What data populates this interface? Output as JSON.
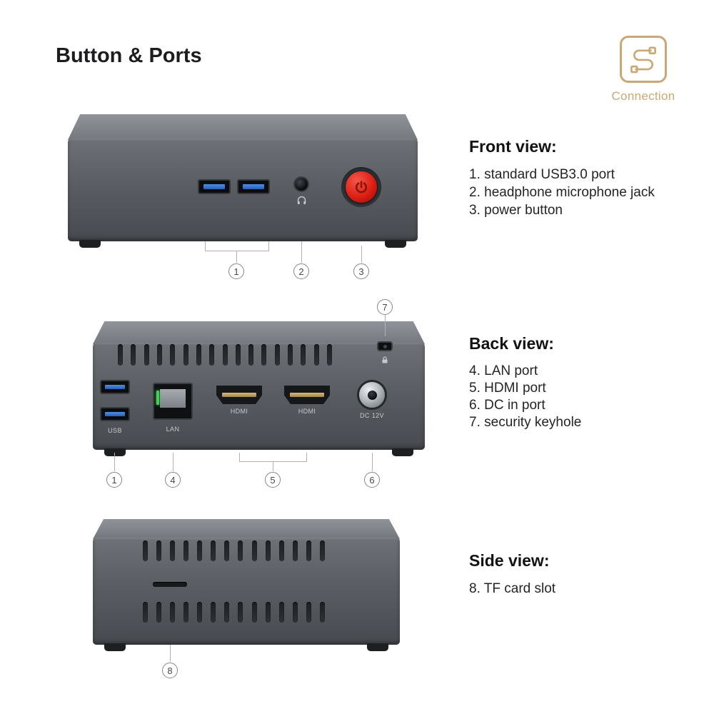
{
  "header": {
    "title": "Button & Ports",
    "connection_badge": "Connection"
  },
  "views": {
    "front": {
      "heading": "Front view:",
      "items": [
        "1. standard USB3.0 port",
        "2. headphone microphone jack",
        "3. power button"
      ],
      "callouts": [
        "1",
        "2",
        "3"
      ]
    },
    "back": {
      "heading": "Back view:",
      "items": [
        "4. LAN port",
        "5. HDMI port",
        "6. DC in port",
        "7. security keyhole"
      ],
      "callouts": [
        "7",
        "1",
        "4",
        "5",
        "6"
      ],
      "port_labels": {
        "usb": "USB",
        "lan": "LAN",
        "hdmi1": "HDMI",
        "hdmi2": "HDMI",
        "dc": "DC 12V"
      }
    },
    "side": {
      "heading": "Side view:",
      "items": [
        "8. TF card slot"
      ],
      "callouts": [
        "8"
      ]
    }
  },
  "colors": {
    "accent_gold": "#c9a876",
    "device_gray": "#5b5f64",
    "power_red": "#dd1f14",
    "usb_blue": "#2f6ec8",
    "led_green": "#43d058"
  }
}
